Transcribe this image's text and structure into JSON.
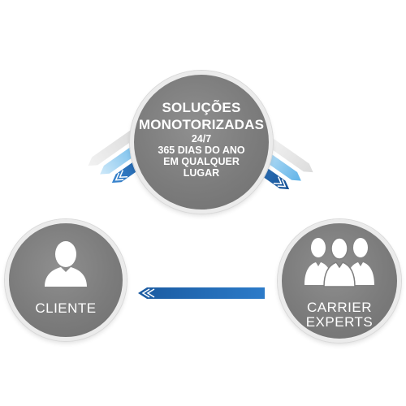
{
  "top": {
    "title_line1": "SOLUÇÕES",
    "title_line2": "MONOTORIZADAS",
    "sub_line1": "24/7",
    "sub_line2": "365 DIAS DO ANO",
    "sub_line3": "EM QUALQUER",
    "sub_line4": "LUGAR"
  },
  "left": {
    "label": "CLIENTE",
    "icon": "person-icon"
  },
  "right": {
    "label_line1": "CARRIER",
    "label_line2": "EXPERTS",
    "icon": "group-icon"
  },
  "colors": {
    "circle": "#7f7f7f",
    "arrow_dark": "#1f5fa8",
    "arrow_light": "#7fc3ef",
    "arrow_faded": "#e6e6e6"
  }
}
